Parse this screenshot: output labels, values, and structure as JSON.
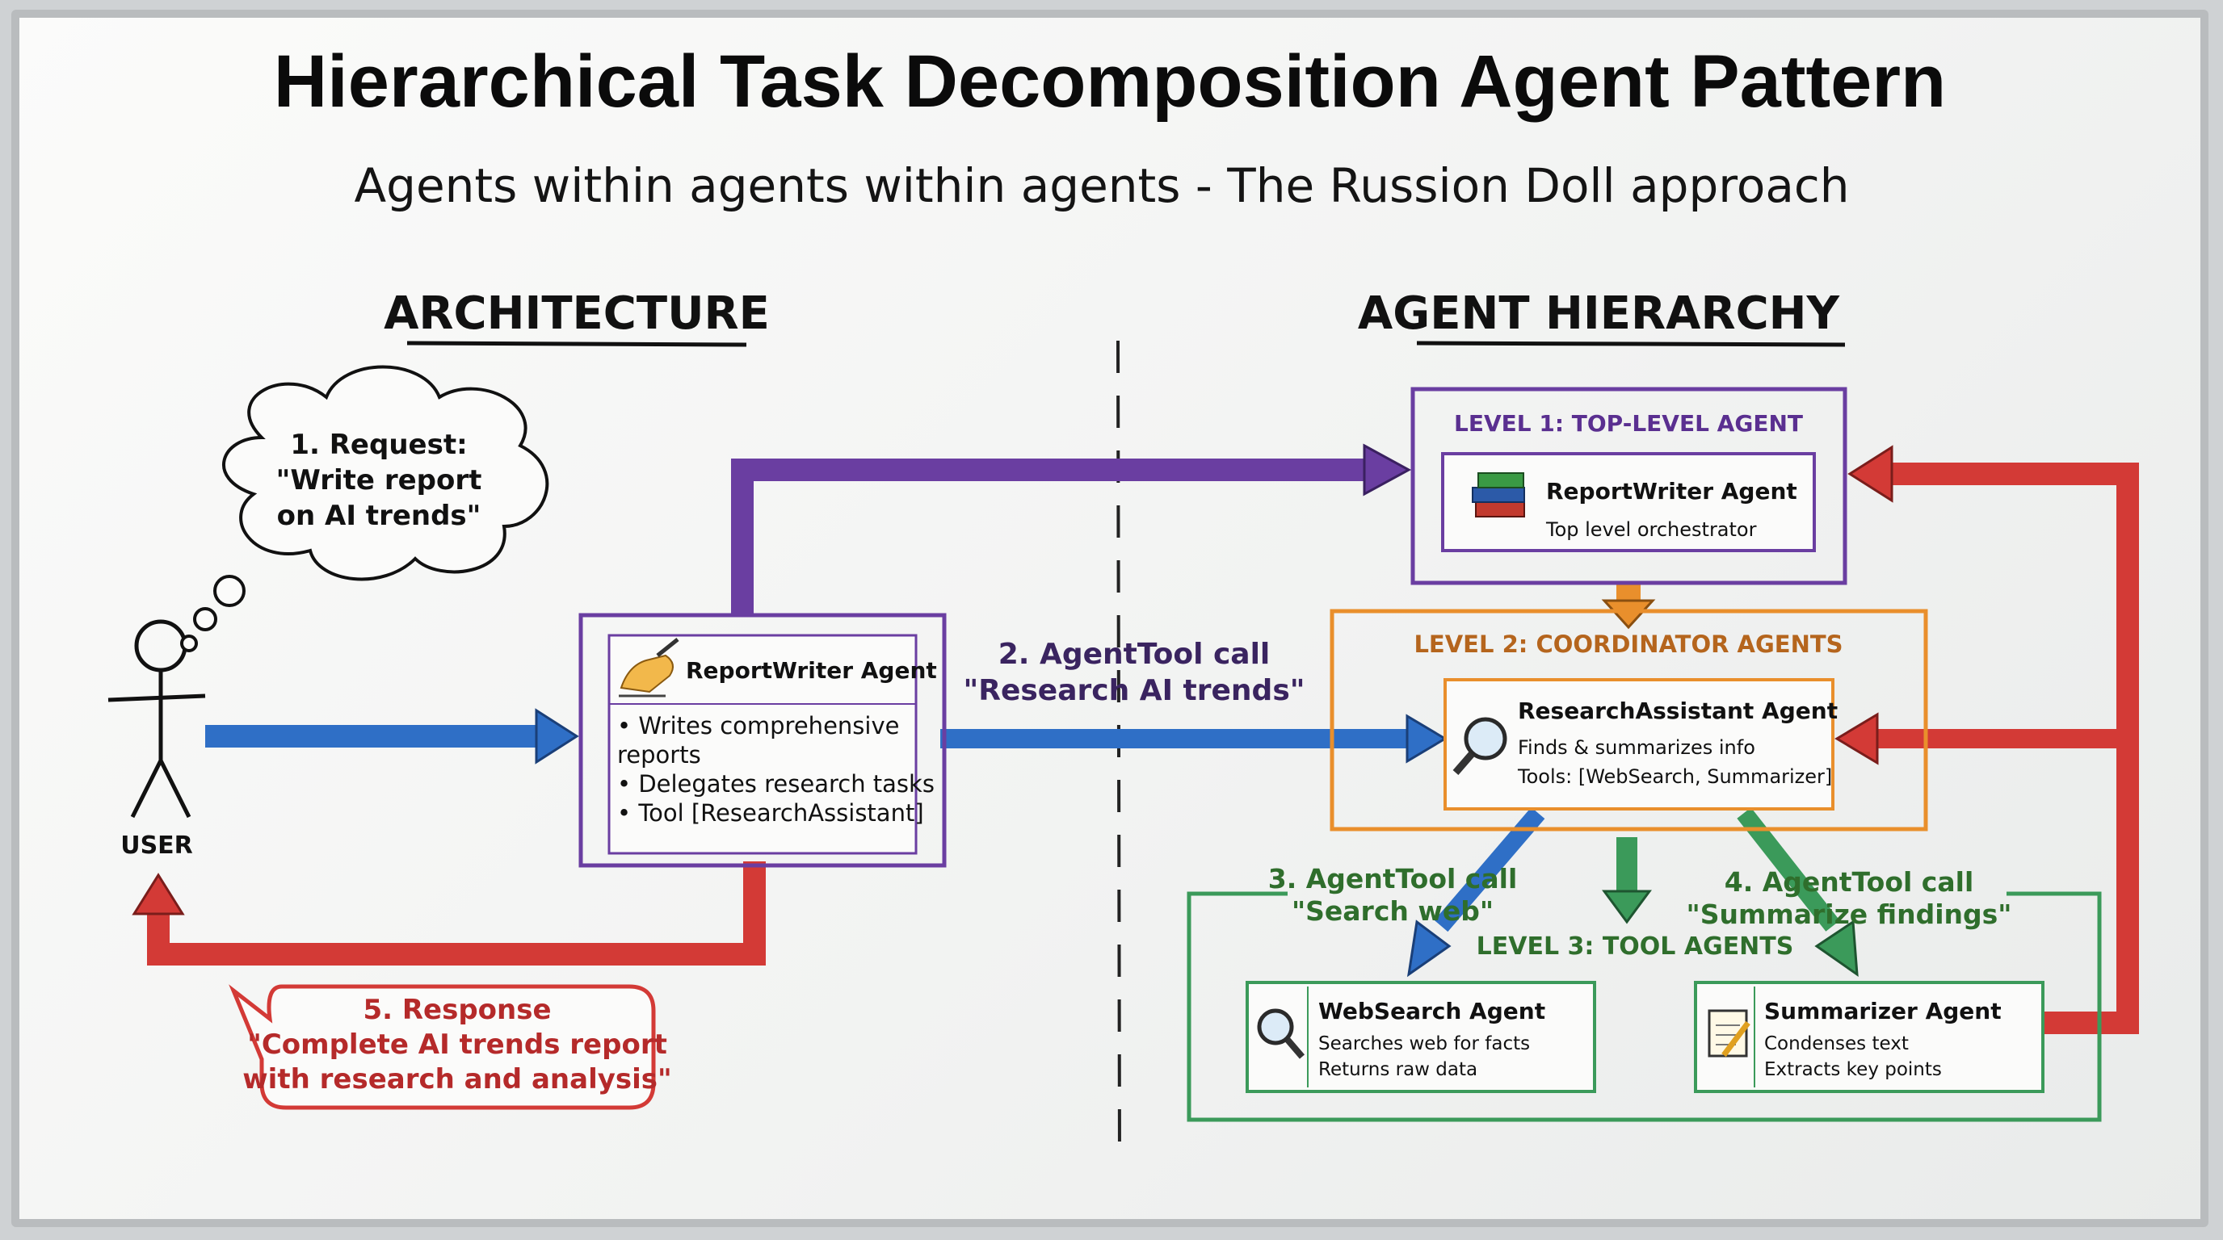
{
  "title": "Hierarchical Task Decomposition Agent Pattern",
  "subtitle": "Agents within agents within agents - The Russion Doll approach",
  "sections": {
    "architecture": "ARCHITECTURE",
    "hierarchy": "AGENT HIERARCHY"
  },
  "user_label": "USER",
  "request_bubble": [
    "1. Request:",
    "\"Write report",
    "on AI trends\""
  ],
  "arch_agent": {
    "title": "ReportWriter Agent",
    "bullets": [
      "• Writes comprehensive",
      "reports",
      "• Delegates research tasks",
      "• Tool [ResearchAssistant]"
    ],
    "icon": "writing-hand-icon"
  },
  "call2": [
    "2. AgentTool call",
    "\"Research AI trends\""
  ],
  "response_bubble": [
    "5. Response",
    "\"Complete AI trends report",
    "with research and analysis\""
  ],
  "level1": {
    "label": "LEVEL 1: TOP-LEVEL AGENT",
    "agent": "ReportWriter Agent",
    "desc": "Top level orchestrator",
    "icon": "books-icon"
  },
  "level2": {
    "label": "LEVEL 2: COORDINATOR AGENTS",
    "agent": "ResearchAssistant Agent",
    "desc1": "Finds & summarizes info",
    "desc2": "Tools: [WebSearch, Summarizer]",
    "icon": "magnifier-icon"
  },
  "call3": [
    "3. AgentTool call",
    "\"Search web\""
  ],
  "call4": [
    "4. AgentTool call",
    "\"Summarize findings\""
  ],
  "level3": {
    "label": "LEVEL 3: TOOL AGENTS",
    "web": {
      "agent": "WebSearch Agent",
      "desc1": "Searches web for facts",
      "desc2": "Returns raw data",
      "icon": "magnifier-icon"
    },
    "sum": {
      "agent": "Summarizer Agent",
      "desc1": "Condenses text",
      "desc2": "Extracts key points",
      "icon": "notepad-pencil-icon"
    }
  },
  "colors": {
    "blue": "#2f6fc6",
    "purple": "#6a3ea1",
    "red": "#d33a36",
    "orange": "#e98f2c",
    "green": "#3b9a5a",
    "ink": "#111111",
    "level2_text": "#b5651d",
    "level3_text": "#2f6e2c",
    "response_text": "#b52a2a"
  }
}
